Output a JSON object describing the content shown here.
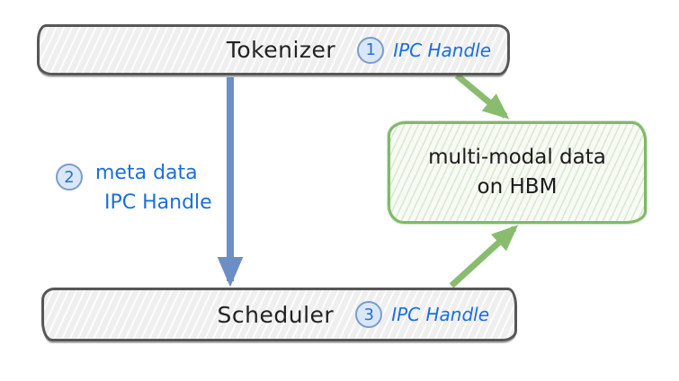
{
  "boxes": {
    "tokenizer": {
      "label": "Tokenizer",
      "step": "1",
      "annotation": "IPC Handle"
    },
    "scheduler": {
      "label": "Scheduler",
      "step": "3",
      "annotation": "IPC Handle"
    },
    "hbm": {
      "line1": "multi-modal data",
      "line2": "on HBM"
    }
  },
  "edge_label": {
    "step": "2",
    "line1": "meta data",
    "line2": "IPC Handle"
  },
  "arrows": [
    {
      "name": "tokenizer-to-scheduler",
      "color": "#6b8ec4"
    },
    {
      "name": "tokenizer-to-hbm",
      "color": "#8abc70"
    },
    {
      "name": "scheduler-to-hbm",
      "color": "#8abc70"
    }
  ],
  "colors": {
    "blue_arrow": "#6b8ec4",
    "green_arrow": "#8abc70",
    "blue_text": "#1a6fdb",
    "bar_border": "#575757",
    "bar_fill": "#efefef",
    "green_border": "#7fb968",
    "green_fill": "#f8faf5",
    "badge_fill": "#d9e7f8",
    "badge_border": "#7c9cca",
    "text": "#1f1f1f",
    "background": "#ffffff"
  }
}
